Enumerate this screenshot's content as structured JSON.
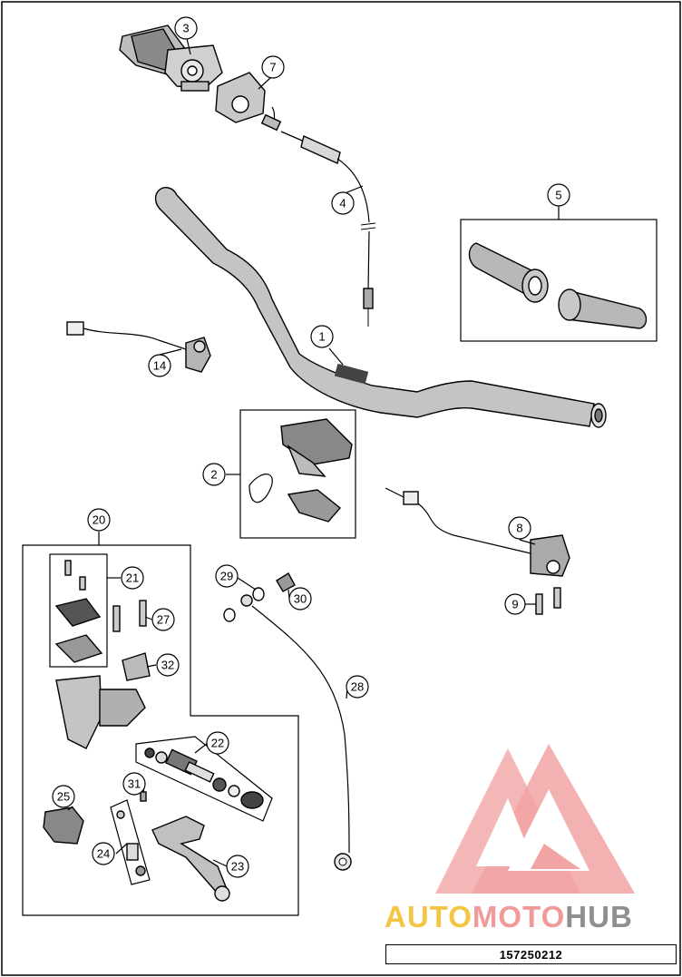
{
  "reference_number": "157250212",
  "watermark": {
    "parts": [
      "AUTO",
      "MOTO",
      "HUB"
    ],
    "colors": [
      "#f4c542",
      "#f19a9a",
      "#8f8f8f"
    ]
  },
  "callouts": [
    "1",
    "2",
    "3",
    "4",
    "5",
    "7",
    "8",
    "9",
    "14",
    "20",
    "21",
    "22",
    "23",
    "24",
    "25",
    "27",
    "28",
    "29",
    "30",
    "31",
    "32"
  ]
}
